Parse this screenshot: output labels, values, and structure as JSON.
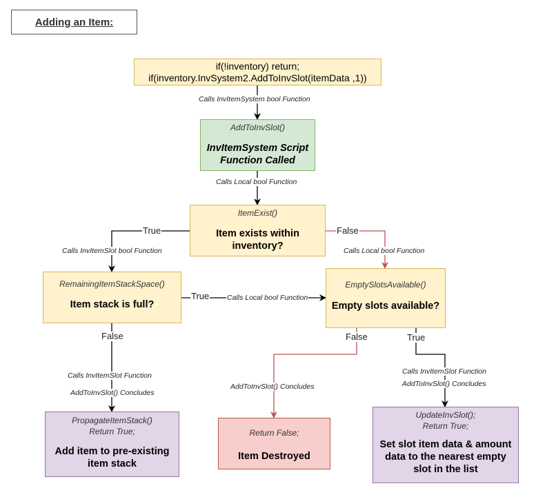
{
  "title": "Adding an Item:",
  "nodes": {
    "start": {
      "line1": "if(!inventory) return;",
      "line2": "if(inventory.InvSystem2.AddToInvSlot(itemData ,1))"
    },
    "add_to_inv_slot": {
      "fn": "AddToInvSlot()",
      "text": "InvItemSystem Script Function Called"
    },
    "item_exist": {
      "fn": "ItemExist()",
      "text": "Item exists within inventory?"
    },
    "remaining_stack": {
      "fn": "RemainingItemStackSpace()",
      "text": "Item stack is full?"
    },
    "empty_slots": {
      "fn": "EmptySlotsAvailable()",
      "text": "Empty slots available?"
    },
    "propagate": {
      "fn1": "PropagateItemStack()",
      "fn2": "Return True;",
      "text": "Add item to pre-existing item stack"
    },
    "return_false": {
      "fn": "Return False;",
      "text": "Item Destroyed"
    },
    "update_slot": {
      "fn1": "UpdateInvSlot();",
      "fn2": "Return True;",
      "text": "Set slot item data & amount data to the nearest empty slot in the list"
    }
  },
  "edges": {
    "start_to_add": "Calls InvItemSystem bool Function",
    "add_to_exist": "Calls Local bool Function",
    "exist_true": "True",
    "exist_true_call": "Calls InvItemSlot bool Function",
    "exist_false": "False",
    "exist_false_call": "Calls Local bool Function",
    "stack_true": "True",
    "stack_true_call": "Calls Local bool Function",
    "stack_false": "False",
    "stack_false_call1": "Calls InvItemSlot Function",
    "stack_false_call2": "AddToInvSlot() Concludes",
    "empty_false": "False",
    "empty_false_call": "AddToInvSlot() Concludes",
    "empty_true": "True",
    "empty_true_call1": "Calls InvItemSlot Function",
    "empty_true_call2": "AddToInvSlot() Concludes"
  },
  "colors": {
    "yellow_fill": "#fff2cc",
    "green_fill": "#d5e8d4",
    "purple_fill": "#e1d5e7",
    "red_fill": "#f8cecc",
    "true_path": "#000000",
    "false_path": "#b85450"
  }
}
